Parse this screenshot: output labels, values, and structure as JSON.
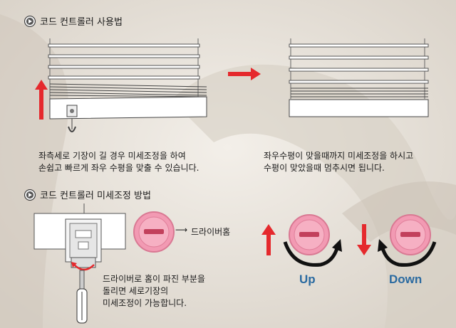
{
  "section1": {
    "heading": "코드 컨트롤러 사용법",
    "left_caption": [
      "좌측세로 기장이 길 경우 미세조정을 하여",
      "손쉽고 빠르게 좌우 수평을 맞출 수 있습니다."
    ],
    "right_caption": [
      "좌우수평이 맞을때까지 미세조정을 하시고",
      "수평이 맞았을때 멈추시면 됩니다."
    ]
  },
  "section2": {
    "heading": "코드 컨트롤러 미세조정 방법",
    "driver_groove_label": "드라이버홈",
    "instruction": [
      "드라이버로 홈이 파진 부분을",
      "돌리면 세로기장의",
      "미세조정이 가능합니다."
    ],
    "up_label": "Up",
    "down_label": "Down"
  },
  "colors": {
    "red_arrow": "#e5292d",
    "knob_pink": "#f29ab3",
    "direction_text": "#2a6aa0"
  }
}
